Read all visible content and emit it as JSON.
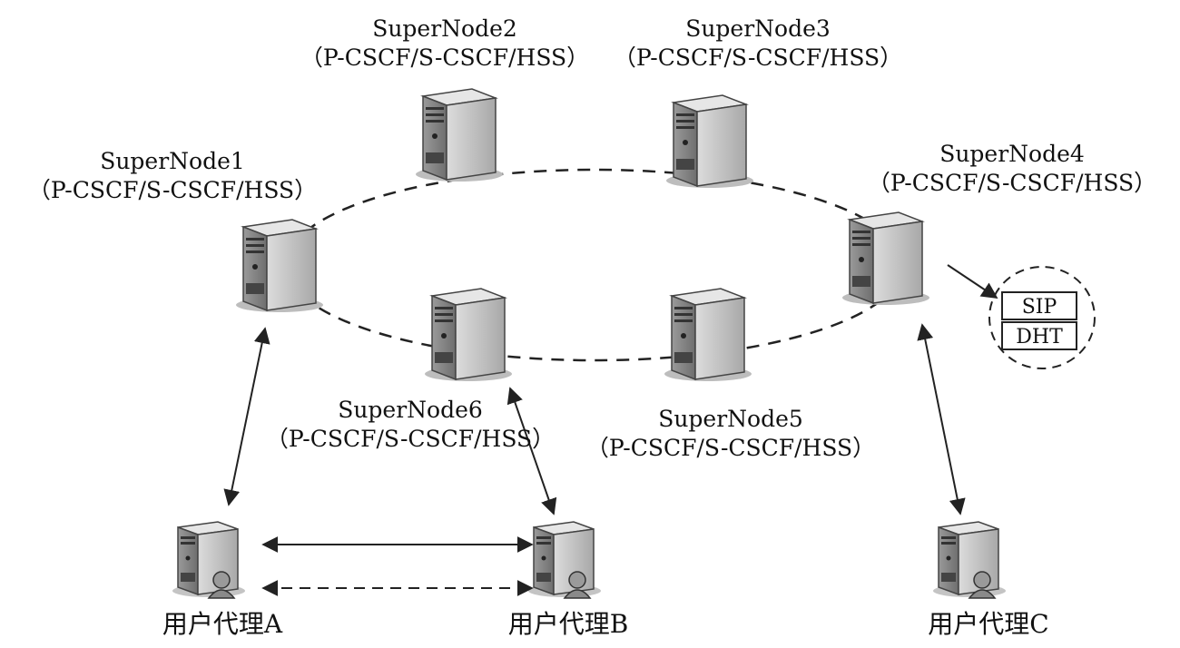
{
  "supernodes": [
    {
      "name": "SuperNode1",
      "role": "（P-CSCF/S-CSCF/HSS）"
    },
    {
      "name": "SuperNode2",
      "role": "（P-CSCF/S-CSCF/HSS）"
    },
    {
      "name": "SuperNode3",
      "role": "（P-CSCF/S-CSCF/HSS）"
    },
    {
      "name": "SuperNode4",
      "role": "（P-CSCF/S-CSCF/HSS）"
    },
    {
      "name": "SuperNode5",
      "role": "（P-CSCF/S-CSCF/HSS）"
    },
    {
      "name": "SuperNode6",
      "role": "（P-CSCF/S-CSCF/HSS）"
    }
  ],
  "user_agents": [
    {
      "label": "用户代理A"
    },
    {
      "label": "用户代理B"
    },
    {
      "label": "用户代理C"
    }
  ],
  "stack": {
    "top": "SIP",
    "bottom": "DHT"
  }
}
